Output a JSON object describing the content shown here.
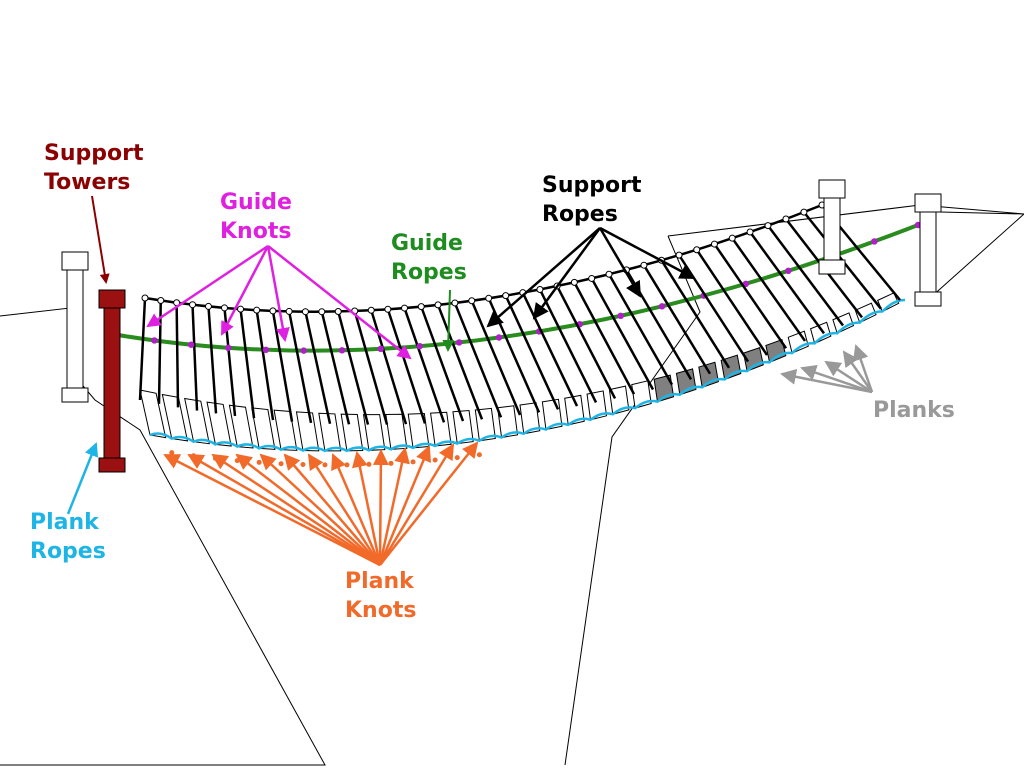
{
  "labels": {
    "support_towers": {
      "line1": "Support",
      "line2": "Towers",
      "color": "#8b0000"
    },
    "guide_knots": {
      "line1": "Guide",
      "line2": "Knots",
      "color": "#e020e0"
    },
    "guide_ropes": {
      "line1": "Guide",
      "line2": "Ropes",
      "color": "#1e8c1e"
    },
    "support_ropes": {
      "line1": "Support",
      "line2": "Ropes",
      "color": "#000000"
    },
    "plank_ropes": {
      "line1": "Plank",
      "line2": "Ropes",
      "color": "#1eb4e6"
    },
    "plank_knots": {
      "line1": "Plank",
      "line2": "Knots",
      "color": "#f26a2a"
    },
    "planks": {
      "line1": "Planks",
      "color": "#999999"
    }
  },
  "colors": {
    "tower_fill": "#9b1010",
    "tower_highlight": "#8b0000",
    "guide_knot_dot": "#b01ec8",
    "guide_rope": "#2a8c1e",
    "plank_rope": "#1eb4e6",
    "plank_knot_dot": "#f26a2a",
    "highlighted_planks": "#808080",
    "outline": "#000000"
  }
}
